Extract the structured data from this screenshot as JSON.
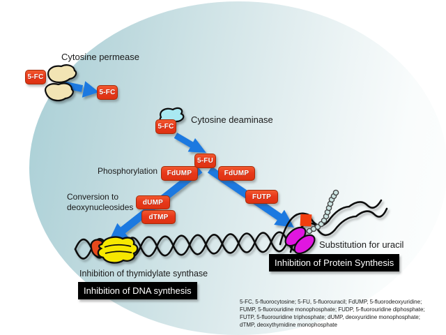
{
  "diagram": {
    "title_context": "Mechanism of 5-FC / 5-FU antifungal action",
    "labels": {
      "cytosine_permease": "Cytosine permease",
      "cytosine_deaminase": "Cytosine deaminase",
      "phosphorylation": "Phosphorylation",
      "conversion_line1": "Conversion to",
      "conversion_line2": "deoxynucleosides",
      "inhibition_thymidylate": "Inhibition of thymidylate synthase",
      "inhibition_dna": "Inhibition of DNA synthesis",
      "substitution_uracil": "Substitution for uracil",
      "inhibition_protein": "Inhibition of Protein Synthesis"
    },
    "molecules": {
      "fc_outside": "5-FC",
      "fc_inside": "5-FC",
      "fc_deaminase": "5-FC",
      "fu": "5-FU",
      "fdump_left": "FdUMP",
      "fdump_right": "FdUMP",
      "dump": "dUMP",
      "dtmp": "dTMP",
      "futp": "FUTP"
    },
    "legend": {
      "line1": "5-FC, 5-fluorocytosine; 5-FU, 5-fluorouracil; FdUMP, 5-fluorodeoxyuridine;",
      "line2": "FUMP, 5-fluorouridine monophosphate; FUDP, 5-fluorouridine diphosphate;",
      "line3": "FUTP, 5-fluorouridine triphosphate; dUMP, deoxyuridine monophosphate;",
      "line4": "dTMP, deoxythymidine monophosphate"
    },
    "colors": {
      "cell_teal": "#a8cfd6",
      "molecule_box_red": "#e8391b",
      "arrow_blue": "#1b79e0",
      "permease_tan": "#f2e4b4",
      "deaminase_cyan": "#a9e9f2",
      "synthase_yellow": "#f6e800",
      "bound_fdump_red": "#e84a1e",
      "ribosome_magenta": "#e012e0",
      "uracil_square_orange": "#f23d0e",
      "protein_chain_pale": "#cde5e3",
      "label_box_black": "#000000"
    }
  }
}
